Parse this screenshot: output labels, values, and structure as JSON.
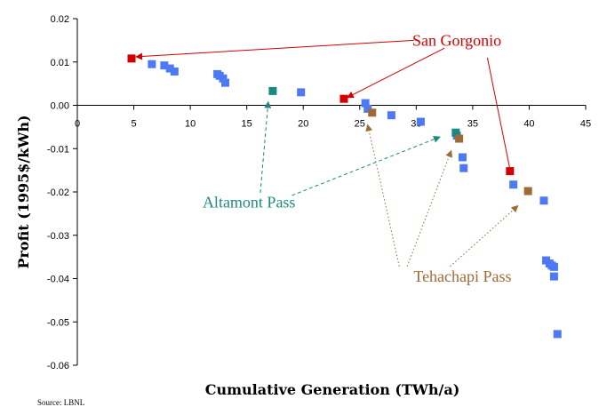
{
  "chart_data": {
    "type": "scatter",
    "xlabel": "Cumulative Generation (TWh/a)",
    "ylabel": "Profit (1995$/kWh)",
    "xlim": [
      0,
      45
    ],
    "ylim": [
      -0.06,
      0.02
    ],
    "x_ticks": [
      0,
      5,
      10,
      15,
      20,
      25,
      30,
      35,
      40,
      45
    ],
    "y_ticks": [
      0.02,
      0.01,
      0.0,
      -0.01,
      -0.02,
      -0.03,
      -0.04,
      -0.05,
      -0.06
    ],
    "x_tick_labels": [
      "0",
      "5",
      "10",
      "15",
      "20",
      "25",
      "30",
      "35",
      "40",
      "45"
    ],
    "y_tick_labels": [
      "0.02",
      "0.01",
      "0.00",
      "-0.01",
      "-0.02",
      "-0.03",
      "-0.04",
      "-0.05",
      "-0.06"
    ],
    "grid": false,
    "colors": {
      "other": "#4d79f5",
      "san_gorgonio": "#d40000",
      "altamont": "#1a8a80",
      "tehachapi": "#a06a35"
    },
    "series": [
      {
        "key": "other",
        "points": [
          [
            6.6,
            0.0095
          ],
          [
            7.7,
            0.0092
          ],
          [
            8.2,
            0.0085
          ],
          [
            8.6,
            0.0078
          ],
          [
            12.4,
            0.0072
          ],
          [
            12.6,
            0.0068
          ],
          [
            12.9,
            0.0062
          ],
          [
            13.1,
            0.0052
          ],
          [
            19.8,
            0.003
          ],
          [
            25.5,
            0.0005
          ],
          [
            25.7,
            -0.0008
          ],
          [
            27.8,
            -0.0023
          ],
          [
            30.4,
            -0.0038
          ],
          [
            33.6,
            -0.007
          ],
          [
            34.1,
            -0.012
          ],
          [
            34.2,
            -0.0145
          ],
          [
            38.6,
            -0.0183
          ],
          [
            41.3,
            -0.022
          ],
          [
            41.5,
            -0.0358
          ],
          [
            41.8,
            -0.0365
          ],
          [
            42.0,
            -0.037
          ],
          [
            42.2,
            -0.0373
          ],
          [
            42.2,
            -0.0395
          ],
          [
            42.5,
            -0.0528
          ]
        ]
      },
      {
        "key": "san_gorgonio",
        "name": "San Gorgonio",
        "points": [
          [
            4.8,
            0.0108
          ],
          [
            23.6,
            0.0015
          ],
          [
            38.3,
            -0.0152
          ]
        ]
      },
      {
        "key": "altamont",
        "name": "Altamont Pass",
        "points": [
          [
            17.3,
            0.0033
          ],
          [
            33.5,
            -0.0063
          ]
        ]
      },
      {
        "key": "tehachapi",
        "name": "Tehachapi Pass",
        "points": [
          [
            26.1,
            -0.0017
          ],
          [
            33.8,
            -0.0077
          ],
          [
            39.9,
            -0.0198
          ]
        ]
      }
    ],
    "annotations": [
      {
        "key": "san_gorgonio",
        "text": "San Gorgonio",
        "label_at": [
          33.6,
          0.015
        ],
        "lines": [
          {
            "from": [
              29.8,
              0.015
            ],
            "to": [
              5.2,
              0.0112
            ],
            "arrow": true
          },
          {
            "from": [
              32.5,
              0.0132
            ],
            "to": [
              23.9,
              0.0018
            ],
            "arrow": true
          },
          {
            "from": [
              36.3,
              0.011
            ],
            "to": [
              38.3,
              -0.0148
            ],
            "arrow": false
          }
        ]
      },
      {
        "key": "altamont",
        "text": "Altamont Pass",
        "label_at": [
          15.2,
          -0.0224
        ],
        "lines": [
          {
            "from": [
              16.2,
              -0.0202
            ],
            "to": [
              16.9,
              0.0008
            ],
            "arrow": true
          },
          {
            "from": [
              19.0,
              -0.0208
            ],
            "to": [
              32.1,
              -0.0073
            ],
            "arrow": true
          }
        ]
      },
      {
        "key": "tehachapi",
        "text": "Tehachapi Pass",
        "label_at": [
          34.1,
          -0.0395
        ],
        "lines": [
          {
            "from": [
              28.5,
              -0.0372
            ],
            "to": [
              25.7,
              -0.0045
            ],
            "arrow": true
          },
          {
            "from": [
              29.2,
              -0.0372
            ],
            "to": [
              33.1,
              -0.0105
            ],
            "arrow": true
          },
          {
            "from": [
              33.0,
              -0.0372
            ],
            "to": [
              39.0,
              -0.0232
            ],
            "arrow": true
          }
        ]
      }
    ],
    "source": "Source: LBNL"
  }
}
